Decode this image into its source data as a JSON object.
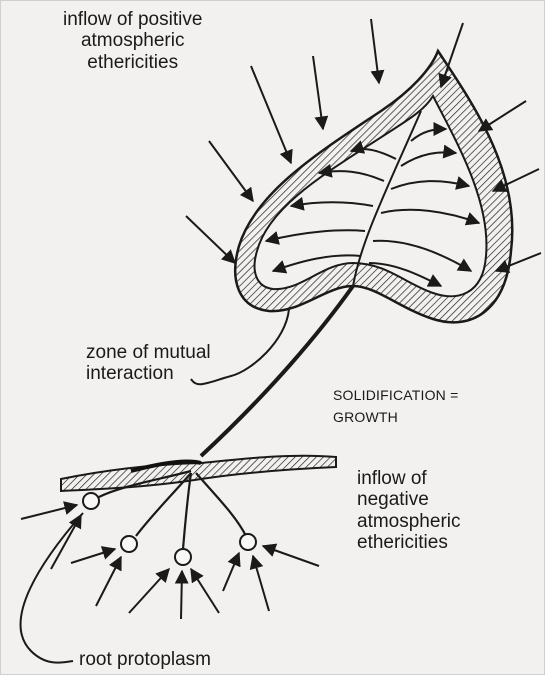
{
  "labels": {
    "inflow_positive": [
      "inflow of positive",
      "atmospheric",
      "ethericities"
    ],
    "zone": [
      "zone of mutual",
      "interaction"
    ],
    "solidification": [
      "SOLIDIFICATION =",
      "GROWTH"
    ],
    "inflow_negative": [
      "inflow of",
      "negative",
      "atmospheric",
      "ethericities"
    ],
    "root": "root protoplasm"
  },
  "colors": {
    "paper": "#f2f1ef",
    "ink": "#1a1a1a"
  }
}
